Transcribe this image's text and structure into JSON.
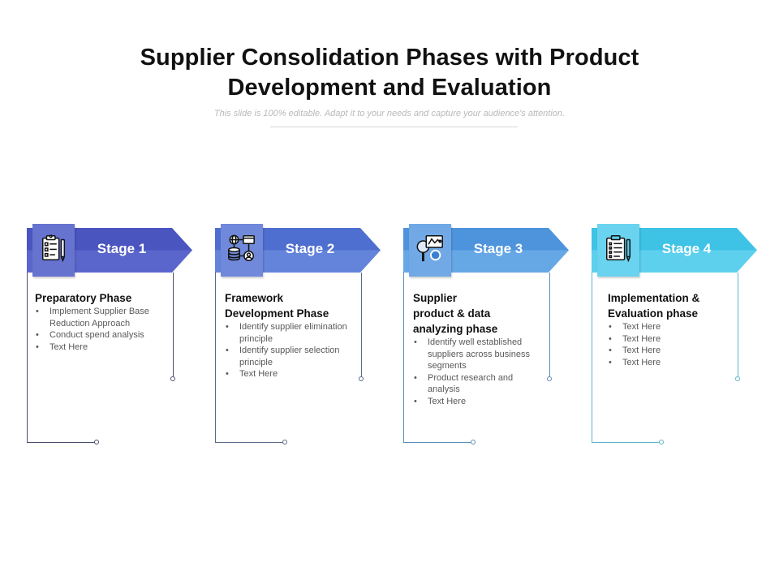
{
  "header": {
    "title_line1": "Supplier Consolidation Phases with Product",
    "title_line2": "Development and Evaluation",
    "subtitle": "This slide is 100% editable. Adapt it to your needs and capture your audience's attention."
  },
  "stages": [
    {
      "label": "Stage 1",
      "icon": "clipboard-checklist-icon",
      "color_top": "#4a55c0",
      "color_bottom": "#5b66cc",
      "icon_bg": "#6673cf",
      "line_color": "#4a4f6e",
      "phase_title": "Preparatory Phase",
      "bullets": [
        "Implement Supplier Base Reduction Approach",
        "Conduct spend analysis",
        "Text Here"
      ]
    },
    {
      "label": "Stage 2",
      "icon": "network-database-icon",
      "color_top": "#4f6fd0",
      "color_bottom": "#6384da",
      "icon_bg": "#7089da",
      "line_color": "#5a6a88",
      "phase_title": "Framework Development Phase",
      "bullets": [
        "Identify supplier elimination principle",
        "Identify supplier selection principle",
        "Text Here"
      ]
    },
    {
      "label": "Stage 3",
      "icon": "data-analysis-magnifier-icon",
      "color_top": "#4e94dd",
      "color_bottom": "#66a7e6",
      "icon_bg": "#70a9e6",
      "line_color": "#5c8cb8",
      "phase_title": "Supplier product & data analyzing phase",
      "bullets": [
        "Identify well established suppliers across business segments",
        "Product research and analysis",
        "Text Here"
      ]
    },
    {
      "label": "Stage 4",
      "icon": "clipboard-list-pen-icon",
      "color_top": "#3ec3e6",
      "color_bottom": "#5dd0ee",
      "icon_bg": "#6ad3ef",
      "line_color": "#5ab6c8",
      "phase_title": "Implementation & Evaluation phase",
      "bullets": [
        "Text Here",
        "Text Here",
        "Text Here",
        "Text Here"
      ]
    }
  ]
}
